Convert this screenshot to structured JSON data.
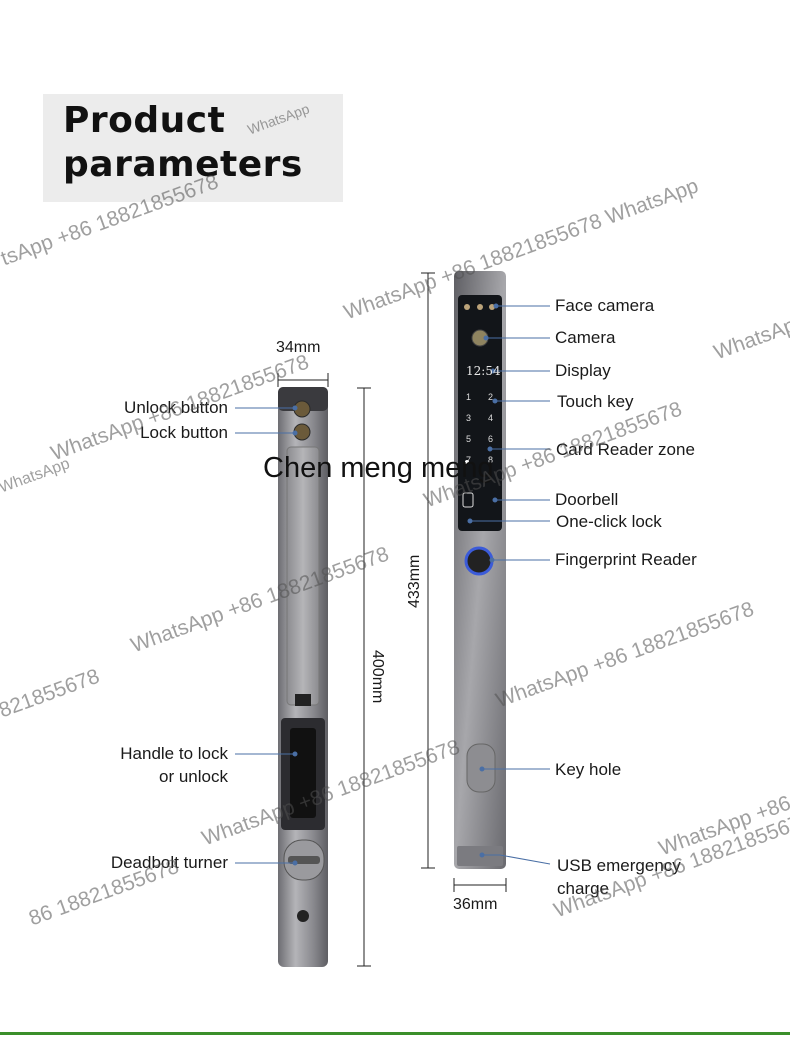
{
  "title": {
    "line1": "Product",
    "line2": "parameters"
  },
  "overlay_text": "Chen meng meng",
  "dimensions": {
    "left_width": "34mm",
    "left_height": "400mm",
    "right_height": "433mm",
    "right_width": "36mm"
  },
  "left_labels": {
    "unlock_button": "Unlock button",
    "lock_button": "Lock button",
    "handle_line1": "Handle to lock",
    "handle_line2": "or unlock",
    "deadbolt": "Deadbolt turner"
  },
  "right_labels": {
    "face_camera": "Face camera",
    "camera": "Camera",
    "display": "Display",
    "touch_key": "Touch key",
    "card_reader": "Card Reader zone",
    "doorbell": "Doorbell",
    "one_click_lock": "One-click lock",
    "fingerprint": "Fingerprint Reader",
    "key_hole": "Key hole",
    "usb_line1": "USB emergency",
    "usb_line2": "charge"
  },
  "display_time": "12:54",
  "keypad": [
    "1",
    "2",
    "3",
    "4",
    "5",
    "6",
    "7",
    "8"
  ],
  "watermarks": [
    "tsApp +86 18821855678",
    "WhatsApp",
    "WhatsApp +86 18821855678 WhatsApp",
    "WhatsApp +86 18821855678",
    "WhatsAp",
    "WhatsApp +86 18821855678",
    "WhatsApp +86 18821855678",
    "821855678",
    "WhatsApp +86 18821855678",
    "WhatsApp +86 18821855678",
    "WhatsApp +86 18821855678",
    "WhatsApp +86 18",
    "86 18821855678",
    "WhatsApp"
  ],
  "colors": {
    "metal": "#8e8e93",
    "panel": "#111418",
    "leader": "#4a6fa5",
    "accent": "#3b8f2a",
    "fingerprint_ring": "#3b5bd9"
  }
}
